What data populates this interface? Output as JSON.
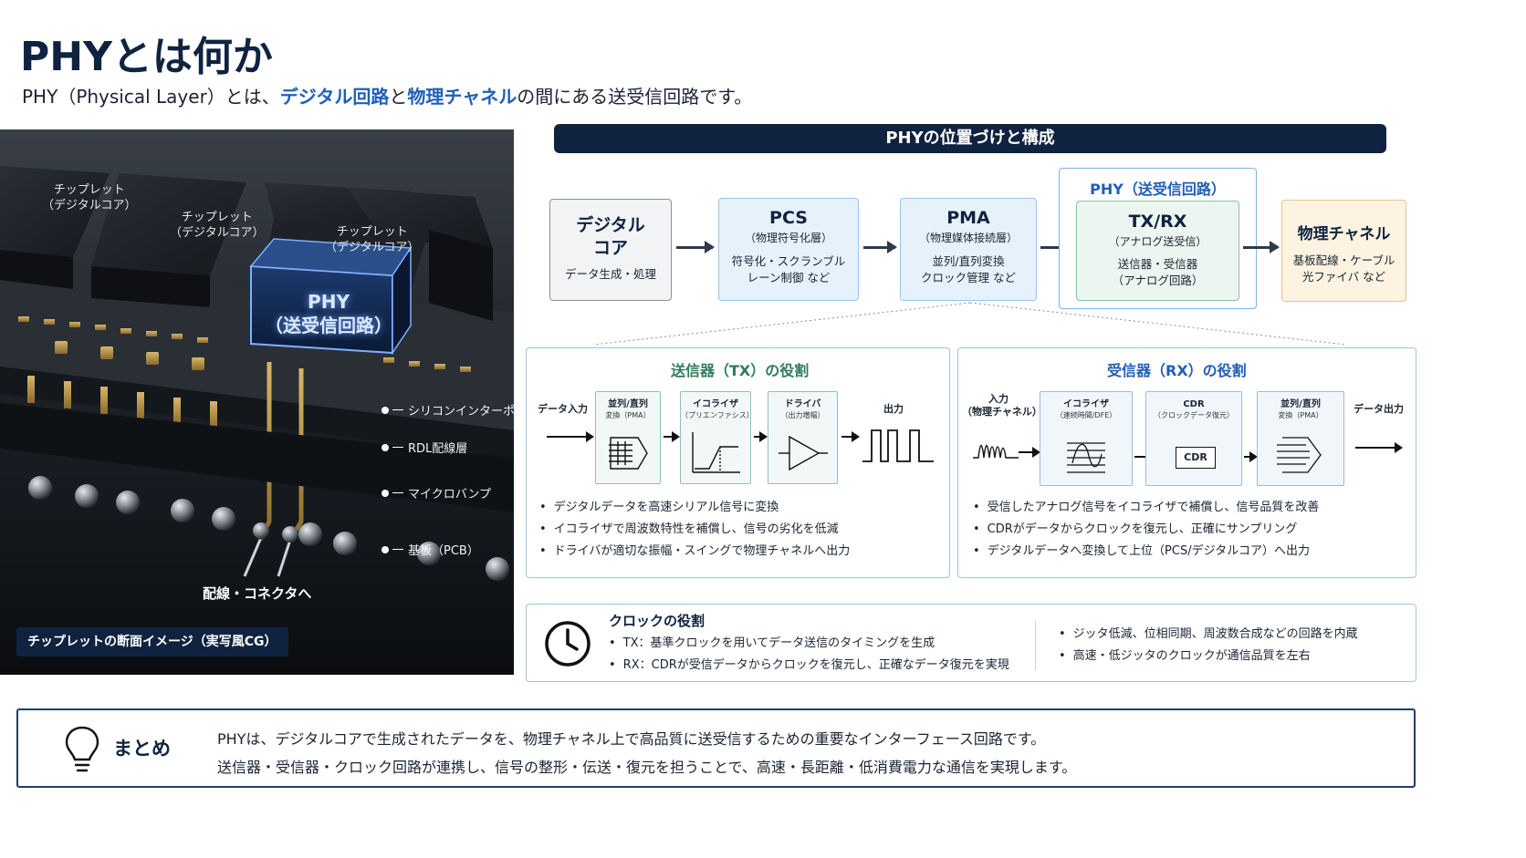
{
  "title": "PHYとは何か",
  "subtitle": {
    "prefix": "PHY（Physical Layer）とは、",
    "hl1": "デジタル回路",
    "mid": "と",
    "hl2": "物理チャネル",
    "suffix": "の間にある送受信回路です。"
  },
  "photo": {
    "chiplet_label_l1": "チップレット",
    "chiplet_label_l2": "（デジタルコア）",
    "phy_l1": "PHY",
    "phy_l2": "（送受信回路）",
    "layers": [
      "シリコンインターポーザ",
      "RDL配線層",
      "マイクロバンプ",
      "基板（PCB）"
    ],
    "wire_label": "配線・コネクタへ",
    "caption": "チップレットの断面イメージ（実写風CG）"
  },
  "banner": "PHYの位置づけと構成",
  "flow": {
    "digital": {
      "t1": "デジタル",
      "t2": "コア",
      "d": "データ生成・処理"
    },
    "pcs": {
      "t": "PCS",
      "s": "（物理符号化層）",
      "d1": "符号化・スクランブル",
      "d2": "レーン制御 など"
    },
    "pma": {
      "t": "PMA",
      "s": "（物理媒体接続層）",
      "d1": "並列/直列変換",
      "d2": "クロック管理 など"
    },
    "phy_group": "PHY（送受信回路）",
    "txrx": {
      "t": "TX/RX",
      "s": "（アナログ送受信）",
      "d1": "送信器・受信器",
      "d2": "（アナログ回路）"
    },
    "channel": {
      "t": "物理チャネル",
      "d1": "基板配線・ケーブル",
      "d2": "光ファイバ など"
    }
  },
  "tx": {
    "title": "送信器（TX）の役割",
    "in_label": "データ入力",
    "out_label": "出力",
    "blocks": [
      {
        "t": "並列/直列",
        "s": "変換（PMA）"
      },
      {
        "t": "イコライザ",
        "s": "（プリエンファシス）"
      },
      {
        "t": "ドライバ",
        "s": "（出力増幅）"
      }
    ],
    "bullets": [
      "デジタルデータを高速シリアル信号に変換",
      "イコライザで周波数特性を補償し、信号の劣化を低減",
      "ドライバが適切な振幅・スイングで物理チャネルへ出力"
    ]
  },
  "rx": {
    "title": "受信器（RX）の役割",
    "in_l1": "入力",
    "in_l2": "（物理チャネル）",
    "out_label": "データ出力",
    "blocks": [
      {
        "t": "イコライザ",
        "s": "（連続時間/DFE）"
      },
      {
        "t": "CDR",
        "s": "（クロックデータ復元）",
        "inner": "CDR"
      },
      {
        "t": "並列/直列",
        "s": "変換（PMA）"
      }
    ],
    "bullets": [
      "受信したアナログ信号をイコライザで補償し、信号品質を改善",
      "CDRがデータからクロックを復元し、正確にサンプリング",
      "デジタルデータへ変換して上位（PCS/デジタルコア）へ出力"
    ]
  },
  "clock": {
    "title": "クロックの役割",
    "left": [
      "TX：基準クロックを用いてデータ送信のタイミングを生成",
      "RX：CDRが受信データからクロックを復元し、正確なデータ復元を実現"
    ],
    "right": [
      "ジッタ低減、位相同期、周波数合成などの回路を内蔵",
      "高速・低ジッタのクロックが通信品質を左右"
    ]
  },
  "summary": {
    "label": "まとめ",
    "line1": "PHYは、デジタルコアで生成されたデータを、物理チャネル上で高品質に送受信するための重要なインターフェース回路です。",
    "line2": "送信器・受信器・クロック回路が連携し、信号の整形・伝送・復元を担うことで、高速・長距離・低消費電力な通信を実現します。"
  },
  "colors": {
    "navy": "#0f2340",
    "accent_blue": "#1f5fb8",
    "tx_green": "#2e7d5b"
  }
}
